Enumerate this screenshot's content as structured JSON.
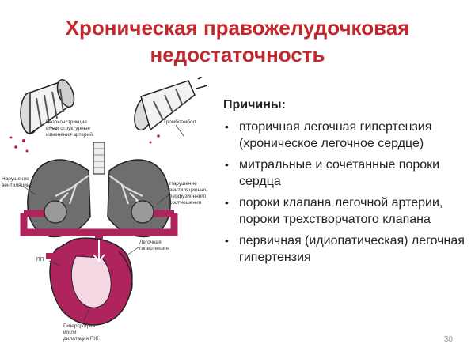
{
  "title": {
    "line1": "Хроническая правожелудочковая",
    "line2": "недостаточность"
  },
  "illustration": {
    "labels": {
      "vasoconstriction_1": "Вазоконстрикция",
      "vasoconstriction_2": "и/или структурные",
      "vasoconstriction_3": "изменения артерий",
      "thromboembolism": "Тромбоэмбол",
      "ventilation_1": "Нарушение",
      "ventilation_2": "вентиляции",
      "perfusion_1": "Нарушение",
      "perfusion_2": "вентиляционно-",
      "perfusion_3": "перфузионного",
      "perfusion_4": "соотношения",
      "pulm_hypertension_1": "Легочная",
      "pulm_hypertension_2": "гипертензия",
      "ra": "ПП",
      "hypertrophy_1": "Гипертрофия",
      "hypertrophy_2": "и/или",
      "hypertrophy_3": "дилатация ПЖ"
    }
  },
  "causes": {
    "heading": "Причины:",
    "items": [
      "вторичная легочная гипертензия (хроническое легочное сердце)",
      "митральные и сочетанные пороки сердца",
      "пороки клапана легочной артерии, пороки трехстворчатого клапана",
      "первичная (идиопатическая) легочная гипертензия"
    ]
  },
  "page_number": "30",
  "colors": {
    "title": "#c0282d",
    "vessel": "#b0245e",
    "lung": "#6e6e6e"
  }
}
